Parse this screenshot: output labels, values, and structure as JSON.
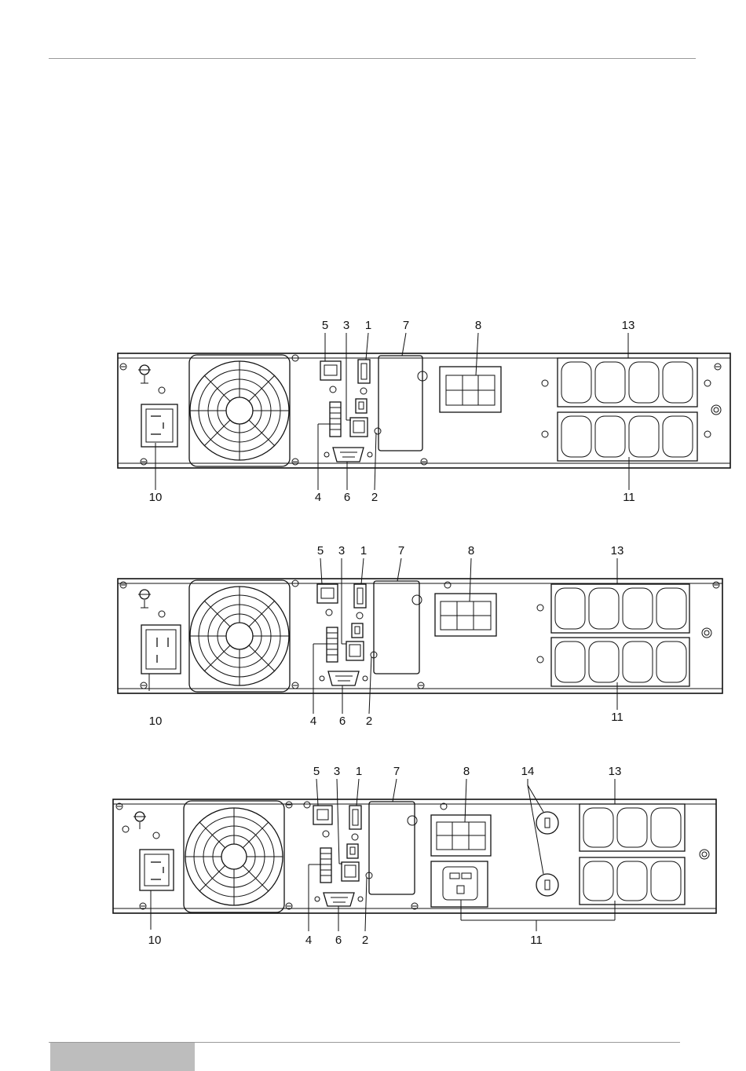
{
  "panels": [
    {
      "id": "panel-a",
      "callouts": {
        "top": [
          "5",
          "3",
          "1",
          "7",
          "8",
          "13"
        ],
        "bottom": [
          "10",
          "4",
          "6",
          "2",
          "11"
        ]
      }
    },
    {
      "id": "panel-b",
      "callouts": {
        "top": [
          "5",
          "3",
          "1",
          "7",
          "8",
          "13"
        ],
        "bottom": [
          "10",
          "4",
          "6",
          "2",
          "11"
        ]
      }
    },
    {
      "id": "panel-c",
      "callouts": {
        "top": [
          "5",
          "3",
          "1",
          "7",
          "8",
          "14",
          "13"
        ],
        "bottom": [
          "10",
          "4",
          "6",
          "2",
          "11"
        ]
      }
    }
  ]
}
